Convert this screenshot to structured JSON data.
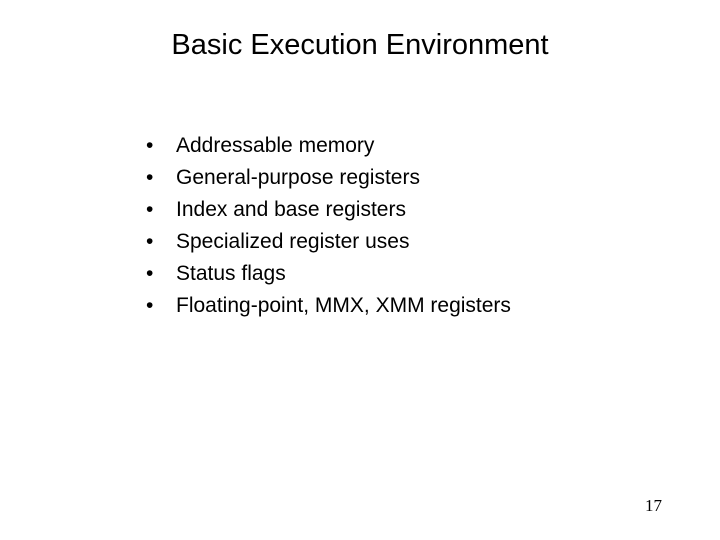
{
  "slide": {
    "title": "Basic Execution Environment",
    "background_color": "#ffffff",
    "text_color": "#000000",
    "bullet_glyph": "•",
    "bullets": [
      {
        "label": "Addressable memory"
      },
      {
        "label": "General-purpose registers"
      },
      {
        "label": "Index and base registers"
      },
      {
        "label": "Specialized register uses"
      },
      {
        "label": "Status flags"
      },
      {
        "label": "Floating-point, MMX, XMM registers"
      }
    ],
    "page_number": "17"
  }
}
